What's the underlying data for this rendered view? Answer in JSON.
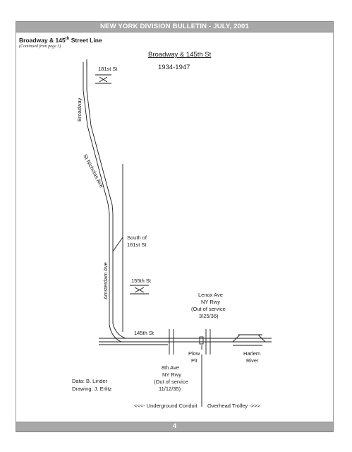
{
  "header": {
    "title": "NEW YORK DIVISION BULLETIN - JULY, 2001"
  },
  "section": {
    "title_main": "Broadway & 145",
    "title_sup": "th",
    "title_end": " Street Line",
    "continued": "(Continued from page 3)"
  },
  "diagram": {
    "title": "Broadway & 145th St",
    "years": "1934-1947",
    "labels": {
      "st181": "181st St",
      "broadway": "Broadway",
      "st_nicholas": "St Nicholas Ave",
      "amsterdam": "Amsterdam Ave",
      "south_of_line1": "South of",
      "south_of_line2": "161st St",
      "st155": "155th St",
      "st145": "145th St",
      "lenox1": "Lenox Ave",
      "lenox2": "NY Rwy",
      "lenox3": "(Out of service",
      "lenox4": "3/25/36)",
      "plow1": "Plow",
      "plow2": "Pit",
      "harlem1": "Harlem",
      "harlem2": "River",
      "ave8_1": "8th Ave",
      "ave8_2": "NY Rwy",
      "ave8_3": "(Out of service",
      "ave8_4": "11/12/35)",
      "data_credit": "Data: B. Linder",
      "drawing_credit": "Drawing: J. Erlitz",
      "underground": "<<<- Underground Conduit",
      "overhead": "Overhead Trolley ->>>"
    }
  },
  "footer": {
    "page_number": "4"
  }
}
